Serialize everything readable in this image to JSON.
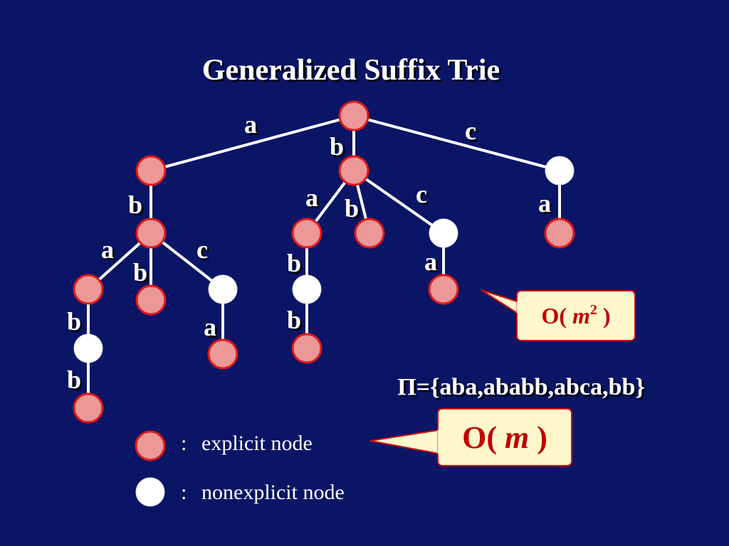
{
  "title": "Generalized Suffix Trie",
  "colors": {
    "background": "#0a1566",
    "edge": "#ffffff",
    "explicit_fill": "#f2a7a7",
    "explicit_stroke": "#e01818",
    "nonexplicit_fill": "#ffffff",
    "callout_fill": "#fff8cc",
    "callout_stroke": "#d01010",
    "callout_text": "#c00000"
  },
  "nodes": [
    {
      "id": "root",
      "type": "explicit"
    },
    {
      "id": "a",
      "type": "explicit"
    },
    {
      "id": "ab",
      "type": "explicit"
    },
    {
      "id": "aba",
      "type": "explicit"
    },
    {
      "id": "abab",
      "type": "nonexplicit"
    },
    {
      "id": "ababb",
      "type": "explicit"
    },
    {
      "id": "abb",
      "type": "explicit"
    },
    {
      "id": "abc",
      "type": "nonexplicit"
    },
    {
      "id": "abca",
      "type": "explicit"
    },
    {
      "id": "b",
      "type": "explicit"
    },
    {
      "id": "ba",
      "type": "explicit"
    },
    {
      "id": "bab",
      "type": "nonexplicit"
    },
    {
      "id": "babb",
      "type": "explicit"
    },
    {
      "id": "bb",
      "type": "explicit"
    },
    {
      "id": "bc",
      "type": "nonexplicit"
    },
    {
      "id": "bca",
      "type": "explicit"
    },
    {
      "id": "c",
      "type": "nonexplicit"
    },
    {
      "id": "ca",
      "type": "explicit"
    }
  ],
  "edges": [
    {
      "from": "root",
      "to": "a",
      "label": "a"
    },
    {
      "from": "root",
      "to": "b",
      "label": "b"
    },
    {
      "from": "root",
      "to": "c",
      "label": "c"
    },
    {
      "from": "a",
      "to": "ab",
      "label": "b"
    },
    {
      "from": "ab",
      "to": "aba",
      "label": "a"
    },
    {
      "from": "ab",
      "to": "abb",
      "label": "b"
    },
    {
      "from": "ab",
      "to": "abc",
      "label": "c"
    },
    {
      "from": "aba",
      "to": "abab",
      "label": "b"
    },
    {
      "from": "abab",
      "to": "ababb",
      "label": "b"
    },
    {
      "from": "abc",
      "to": "abca",
      "label": "a"
    },
    {
      "from": "b",
      "to": "ba",
      "label": "a"
    },
    {
      "from": "b",
      "to": "bb",
      "label": "b"
    },
    {
      "from": "b",
      "to": "bc",
      "label": "c"
    },
    {
      "from": "ba",
      "to": "bab",
      "label": "b"
    },
    {
      "from": "bab",
      "to": "babb",
      "label": "b"
    },
    {
      "from": "bc",
      "to": "bca",
      "label": "a"
    },
    {
      "from": "c",
      "to": "ca",
      "label": "a"
    }
  ],
  "set_text": "Π={aba,ababb,abca,bb}",
  "callout_m2": {
    "prefix": "O( ",
    "var": "m",
    "sup": "2",
    "suffix": " )"
  },
  "callout_m": {
    "prefix": "O( ",
    "var": "m",
    "suffix": " )"
  },
  "legend": [
    {
      "type": "explicit",
      "colon": ":",
      "label": "explicit node"
    },
    {
      "type": "nonexplicit",
      "colon": ":",
      "label": "nonexplicit node"
    }
  ]
}
